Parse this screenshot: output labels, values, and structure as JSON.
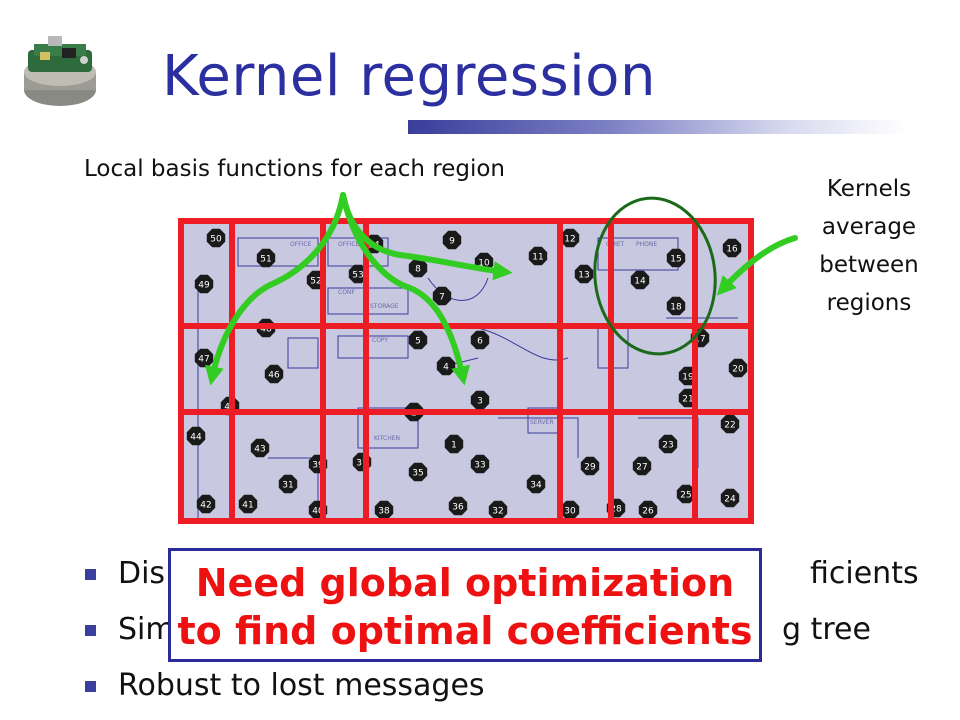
{
  "slide": {
    "title": "Kernel regression",
    "caption_local": "Local basis functions for each region",
    "caption_kernels": [
      "Kernels",
      "average",
      "between",
      "regions"
    ],
    "bullets": [
      {
        "visible_start": "Dis",
        "visible_end": "ficients"
      },
      {
        "visible_start": "Sim",
        "visible_end": "g tree"
      },
      {
        "visible_start": "Robust to lost messages",
        "visible_end": ""
      }
    ],
    "callout": [
      "Need global optimization",
      "to find optimal coefficients"
    ]
  },
  "floorplan": {
    "room_labels": [
      "OFFICE",
      "OFFICE",
      "STORAGE",
      "COPY",
      "KITCHEN",
      "SERVER",
      "QUIET",
      "PHONE",
      "CONF"
    ],
    "sensor_ids": [
      "50",
      "51",
      "52",
      "53",
      "54",
      "9",
      "10",
      "11",
      "12",
      "13",
      "14",
      "15",
      "16",
      "49",
      "8",
      "7",
      "48",
      "5",
      "6",
      "17",
      "18",
      "47",
      "4",
      "46",
      "19",
      "20",
      "21",
      "45",
      "3",
      "22",
      "44",
      "43",
      "1",
      "2",
      "23",
      "39",
      "37",
      "33",
      "29",
      "27",
      "35",
      "34",
      "31",
      "42",
      "41",
      "40",
      "38",
      "36",
      "32",
      "30",
      "28",
      "26",
      "25",
      "24"
    ],
    "colors": {
      "grid": "#ee1c24",
      "arrows": "#33cc22",
      "ellipse": "#1a6a1a",
      "sensor": "#1a1a1a",
      "floor": "#c8c8e0",
      "lines": "#3a3a9a"
    }
  }
}
